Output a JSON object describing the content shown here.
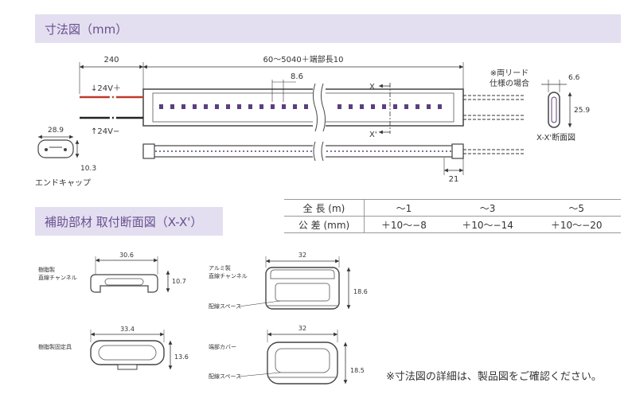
{
  "section1": {
    "title": "寸法図（mm）"
  },
  "section2": {
    "title": "補助部材 取付断面図（X-X'）"
  },
  "main_diagram": {
    "dim_lead": "240",
    "dim_length": "60～5040＋端部長10",
    "dim_pitch": "8.6",
    "dim_end": "21",
    "label_plus": "↓24V＋",
    "label_minus": "↑24V−",
    "label_x_top": "X",
    "label_x_bottom": "X'",
    "note_lead_line1": "※両リード",
    "note_lead_line2": "仕様の場合"
  },
  "end_cap": {
    "dim_width": "28.9",
    "dim_height": "10.3",
    "label": "エンドキャップ"
  },
  "cross_section": {
    "dim_width": "6.6",
    "dim_height": "25.9",
    "label": "X-X'断面図"
  },
  "tolerance_table": {
    "rows": [
      {
        "header": "全 長 (m)",
        "cells": [
          "～1",
          "～3",
          "～5"
        ]
      },
      {
        "header": "公 差 (mm)",
        "cells": [
          "＋10～−8",
          "＋10～−14",
          "＋10～−20"
        ]
      }
    ]
  },
  "accessories": {
    "resin_channel": {
      "label_line1": "樹脂製",
      "label_line2": "直線チャンネル",
      "dim_width": "30.6",
      "dim_height": "10.7"
    },
    "resin_bracket": {
      "label": "樹脂製固定具",
      "dim_width": "33.4",
      "dim_height": "13.6"
    },
    "aluminum_channel": {
      "label_line1": "アルミ製",
      "label_line2": "直線チャンネル",
      "dim_width": "32",
      "dim_height": "18.6",
      "wiring_label": "配線スペース"
    },
    "end_cover": {
      "label": "端部カバー",
      "dim_width": "32",
      "dim_height": "18.5",
      "wiring_label": "配線スペース"
    }
  },
  "footnote": "※寸法図の詳細は、製品図をご確認ください。",
  "colors": {
    "band": "#e3dff0",
    "title": "#6a4f8f",
    "wire_red": "#c0392b",
    "wire_black": "#222222",
    "led": "#5b3f80"
  }
}
